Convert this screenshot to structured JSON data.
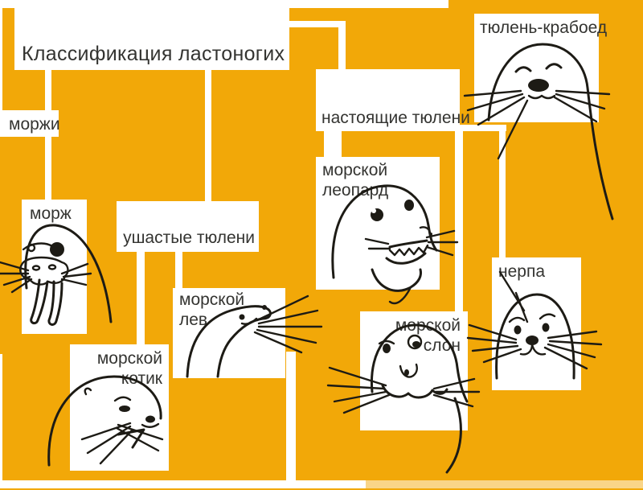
{
  "title": "Классификация ластоногих",
  "nodes": {
    "morzhi": {
      "label": "моржи"
    },
    "ushastye": {
      "label": "ушастые тюлени"
    },
    "nastoyashchie": {
      "label": "настоящие тюлени"
    },
    "morzh": {
      "label": "морж"
    },
    "lev": {
      "line1": "морской",
      "line2": "лев"
    },
    "kotik": {
      "line1": "морской",
      "line2": "котик"
    },
    "leopard": {
      "line1": "морской",
      "line2": "леопард"
    },
    "slon": {
      "line1": "морской",
      "line2": "слон"
    },
    "krabojed": {
      "label": "тюлень-крабоед"
    },
    "nerpa": {
      "label": "нерпа"
    }
  },
  "colors": {
    "background": "#F2A808",
    "node_fill": "#FFFFFF",
    "text": "#343431",
    "sketch_stroke": "#1D1B15",
    "connector": "#FFFFFF",
    "bottom_strip_overlay": "rgba(255,255,255,0.52)"
  }
}
